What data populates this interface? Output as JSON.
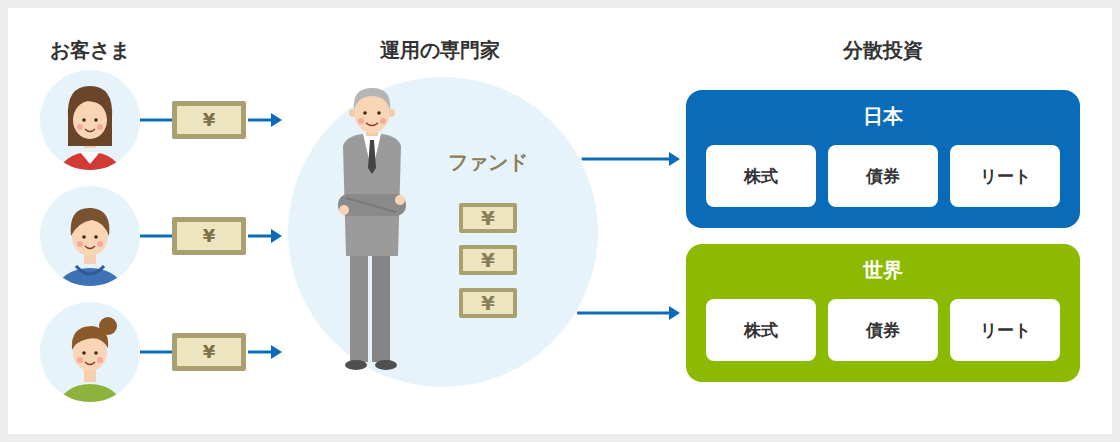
{
  "diagram": {
    "nodes": [
      {
        "text": [
          "¥"
        ]
      },
      {
        "text": [
          "¥"
        ]
      },
      {
        "text": [
          "¥"
        ]
      },
      {
        "text": [
          "ファンド"
        ]
      },
      {
        "text": [
          "¥"
        ],
        "in": 3
      },
      {
        "text": [
          "¥"
        ],
        "in": 3
      },
      {
        "text": [
          "¥"
        ],
        "in": 3
      },
      {
        "text": [
          "日本"
        ]
      },
      {
        "text": [
          "株式"
        ],
        "in": 7
      },
      {
        "text": [
          "債券"
        ],
        "in": 7
      },
      {
        "text": [
          "リート"
        ],
        "in": 7
      },
      {
        "text": [
          "世界"
        ]
      },
      {
        "text": [
          "株式"
        ],
        "in": 11
      },
      {
        "text": [
          "債券"
        ],
        "in": 11
      },
      {
        "text": [
          "リート"
        ],
        "in": 11
      }
    ],
    "edges": [
      {
        "from": 0,
        "to": 3,
        "arrow": "to"
      },
      {
        "from": 1,
        "to": 3,
        "arrow": "to"
      },
      {
        "from": 2,
        "to": 3,
        "arrow": "to"
      },
      {
        "from": 3,
        "to": 7,
        "arrow": "to"
      },
      {
        "from": 3,
        "to": 11,
        "arrow": "to"
      }
    ],
    "labels": [
      "お客さま",
      "運用の専門家",
      "分散投資"
    ]
  }
}
